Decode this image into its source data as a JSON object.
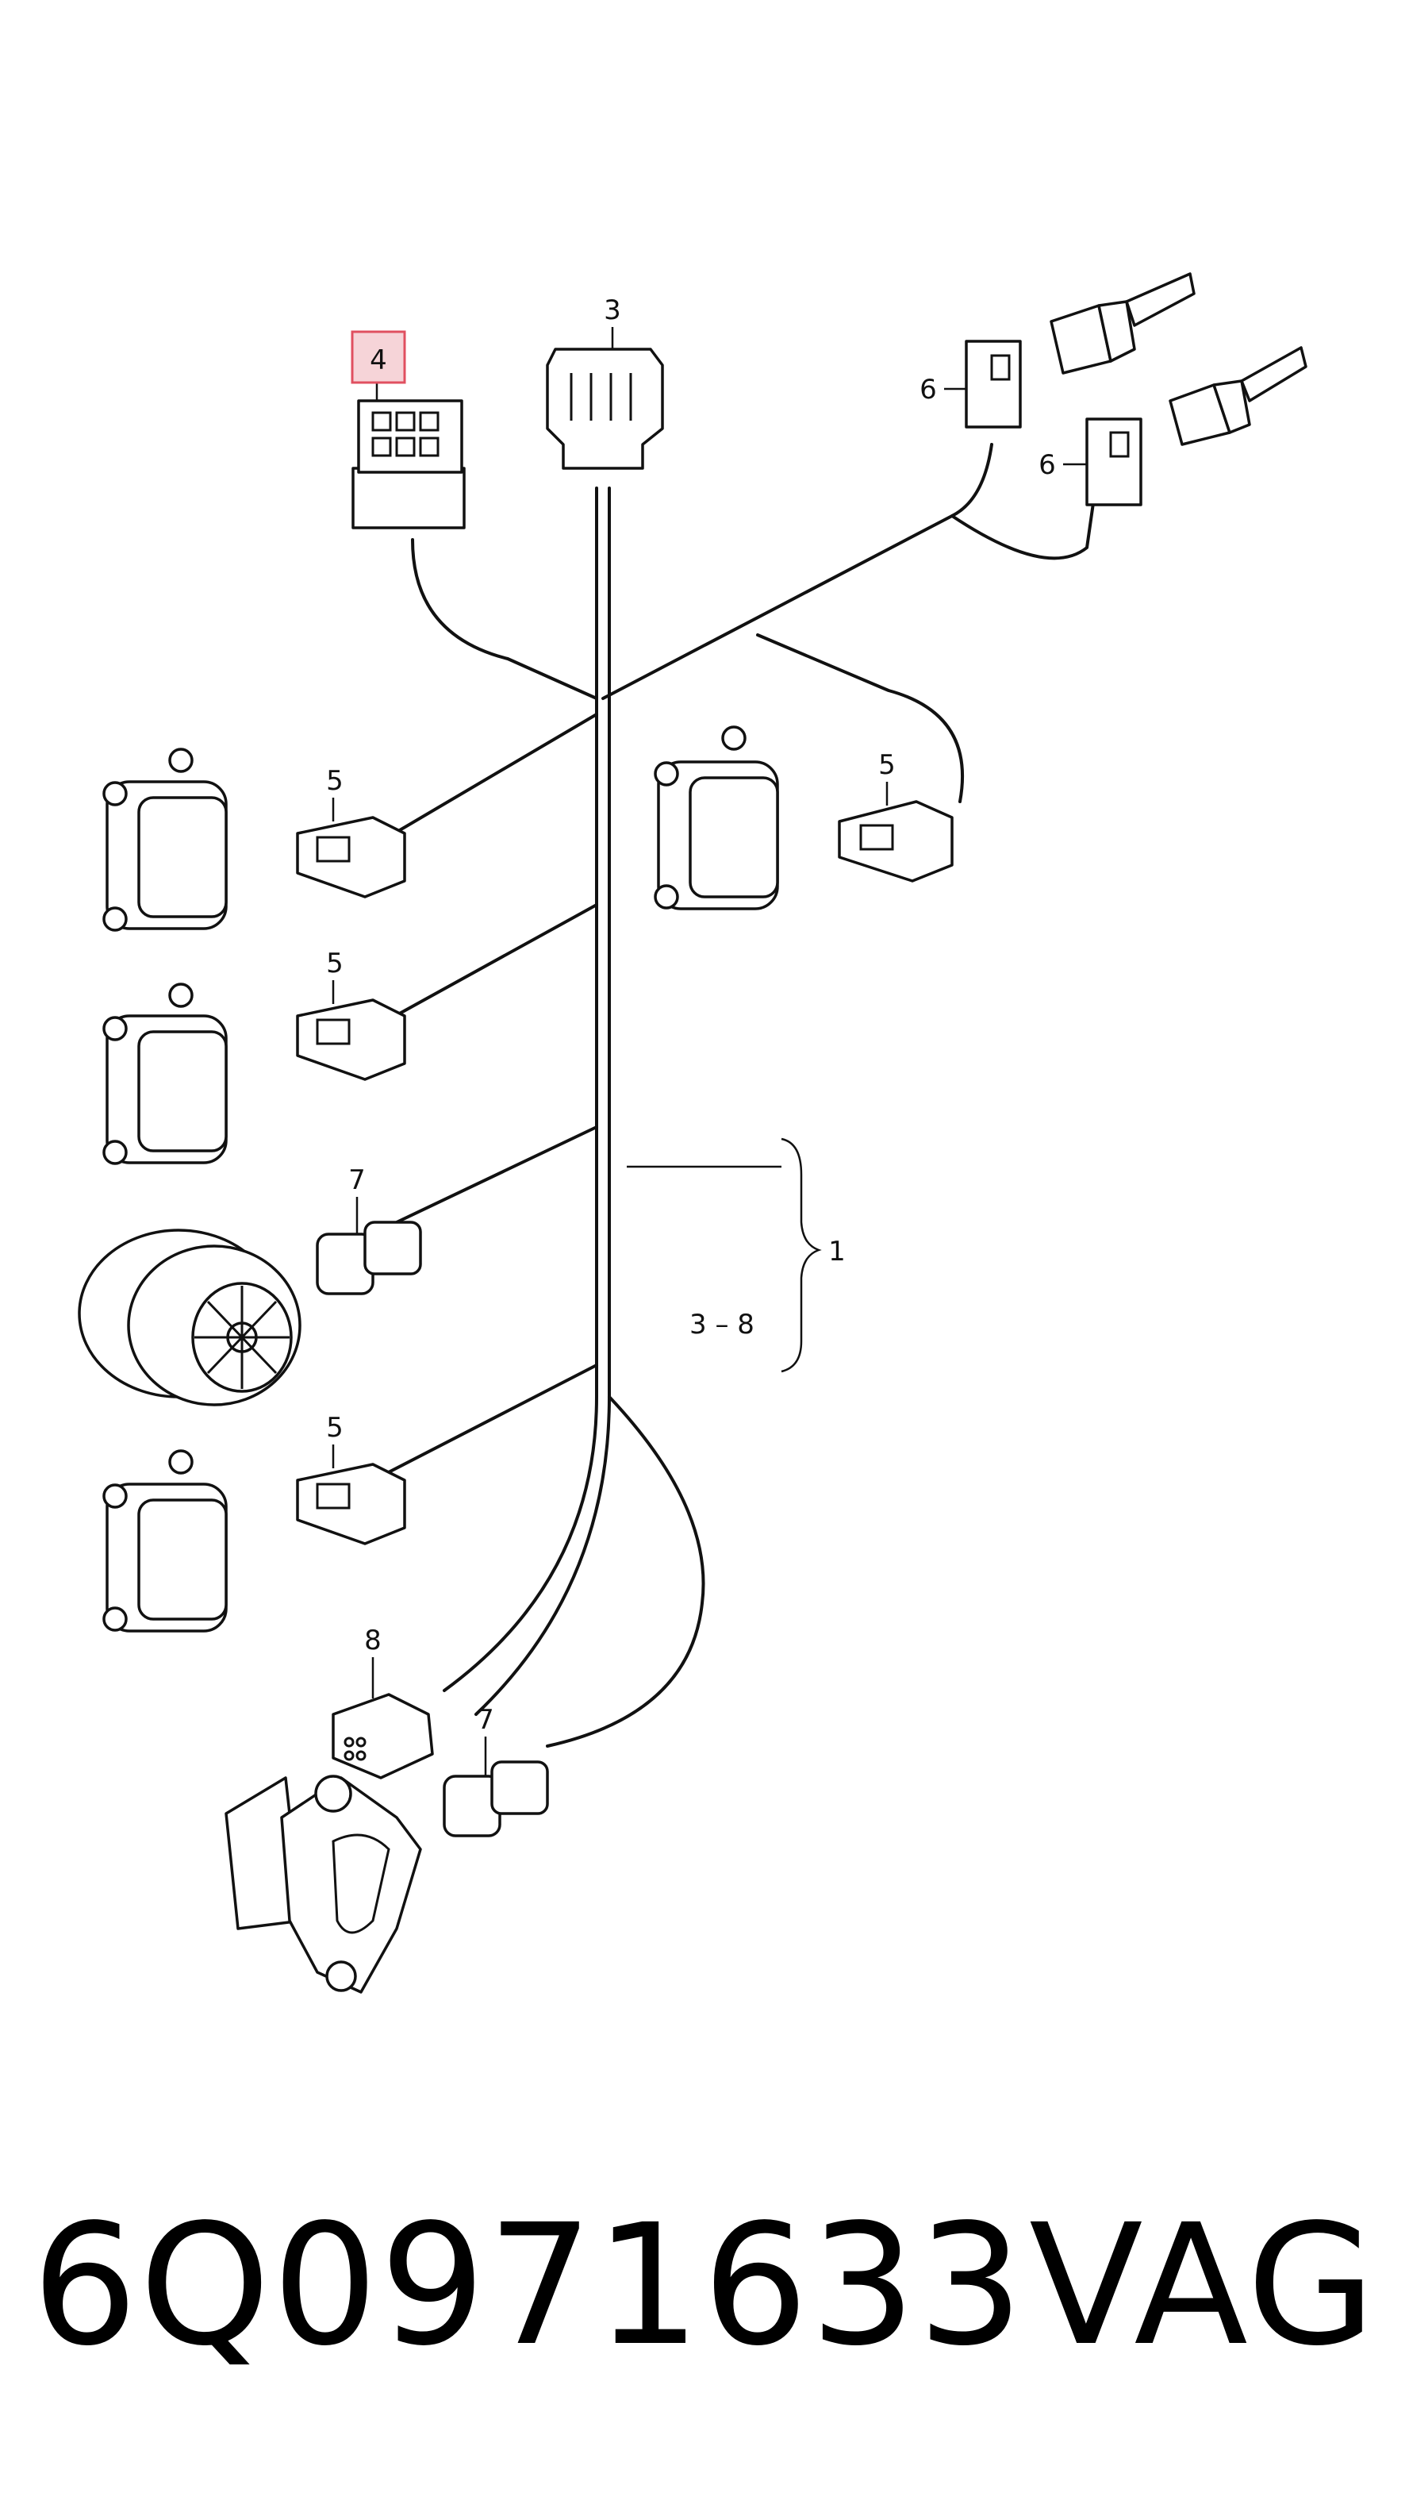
{
  "diagram": {
    "callouts": {
      "c3": "3",
      "c4": "4",
      "c6a": "6",
      "c6b": "6",
      "c5a": "5",
      "c5b": "5",
      "c5c": "5",
      "c5d": "5",
      "c7a": "7",
      "c7b": "7",
      "c8": "8",
      "c1": "1",
      "range": "3 – 8"
    },
    "highlight_color": "#e05060"
  },
  "footer": {
    "part_number": "6Q0971633",
    "brand": "VAG"
  }
}
